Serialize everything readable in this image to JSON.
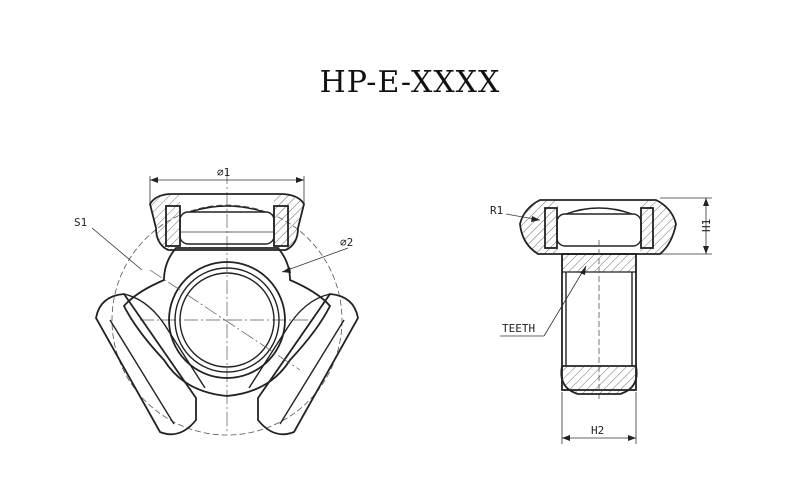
{
  "title": "HP-E-XXXX",
  "labels": {
    "d1": "⌀1",
    "d2": "⌀2",
    "s1": "S1",
    "r1": "R1",
    "h1": "H1",
    "h2": "H2",
    "teeth": "TEETH"
  }
}
